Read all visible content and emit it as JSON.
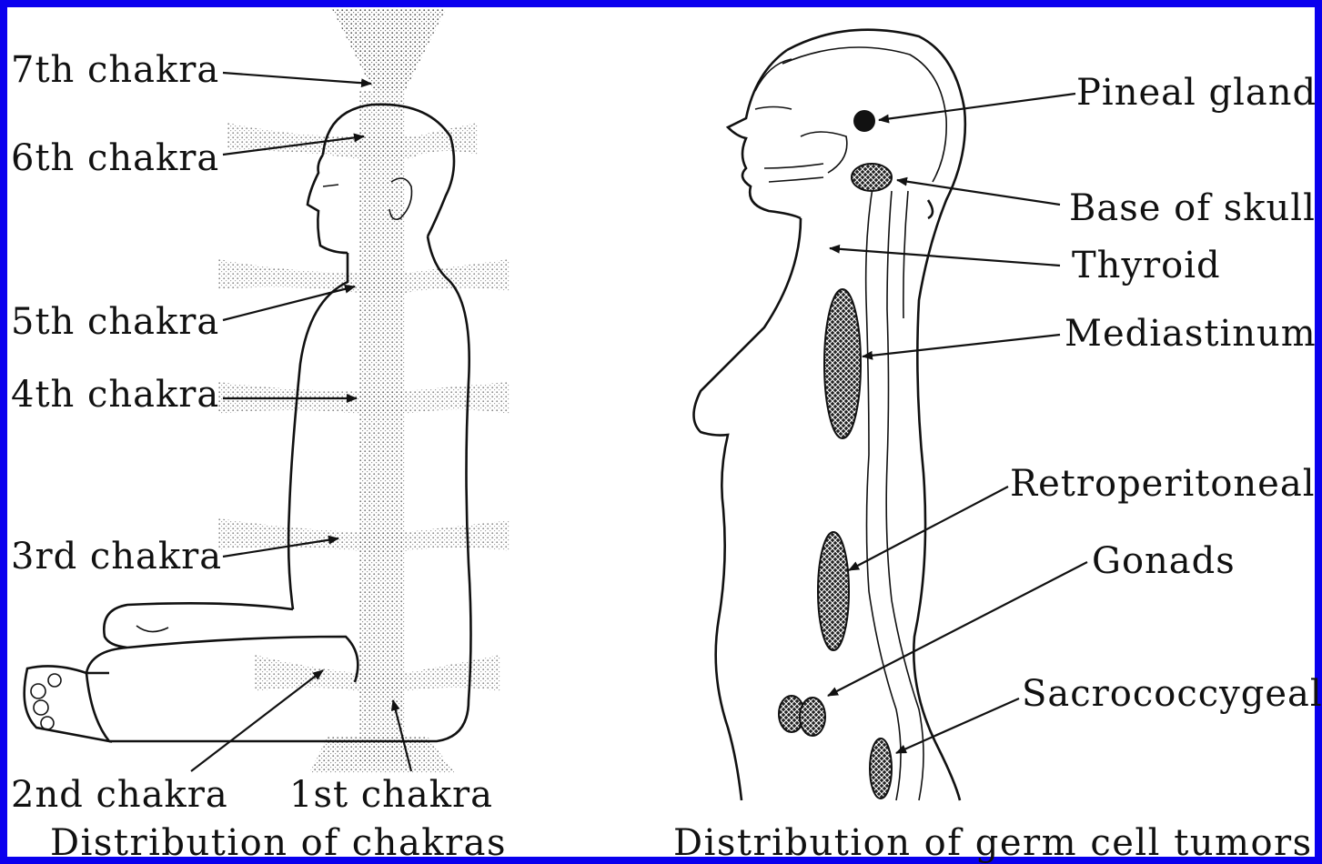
{
  "left_panel": {
    "caption": "Distribution of chakras",
    "labels": {
      "c7": "7th chakra",
      "c6": "6th chakra",
      "c5": "5th chakra",
      "c4": "4th chakra",
      "c3": "3rd chakra",
      "c2": "2nd chakra",
      "c1": "1st chakra"
    }
  },
  "right_panel": {
    "caption": "Distribution of germ cell tumors",
    "labels": {
      "pineal": "Pineal gland",
      "skull": "Base of skull",
      "thyroid": "Thyroid",
      "mediastinum": "Mediastinum",
      "retro": "Retroperitoneal",
      "gonads": "Gonads",
      "sacro": "Sacrococcygeal"
    }
  },
  "colors": {
    "border": "#0a00ee",
    "background": "#ffffff",
    "ink": "#111111"
  }
}
